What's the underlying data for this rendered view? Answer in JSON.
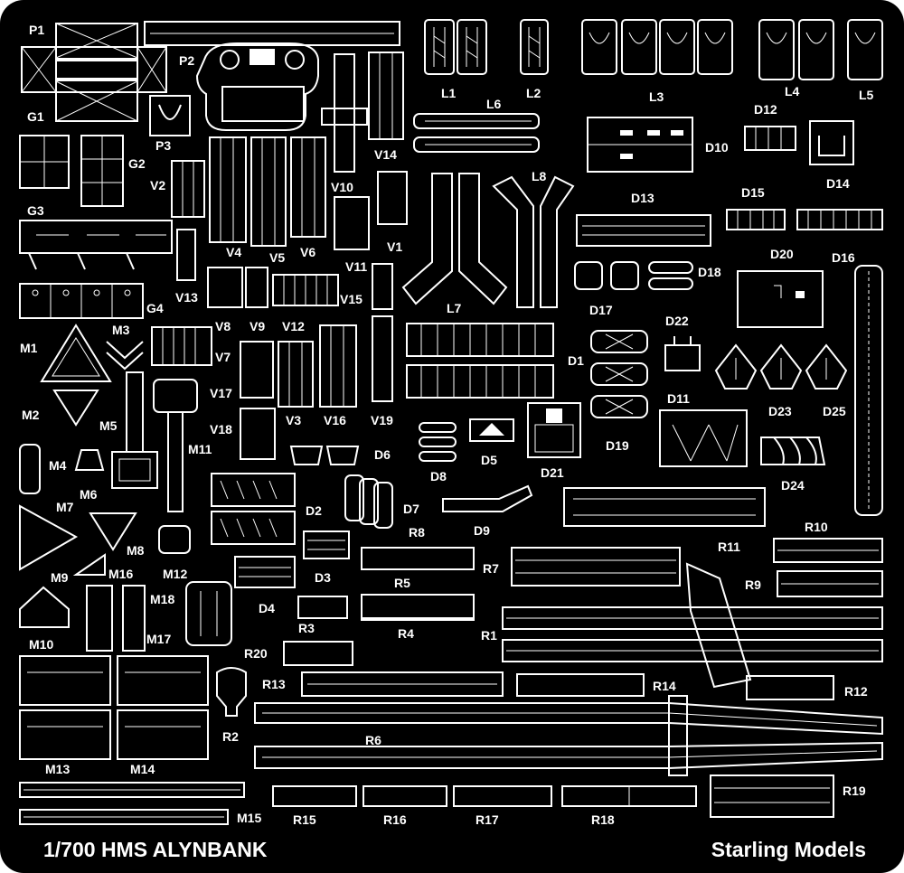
{
  "sheet": {
    "background": "#000000",
    "etch_color": "#ffffff",
    "page_background": "#ffffff"
  },
  "captions": {
    "scale_title": "1/700 HMS ALYNBANK",
    "maker": "Starling Models"
  },
  "labels": {
    "P1": "P1",
    "P2": "P2",
    "P3": "P3",
    "G1": "G1",
    "G2": "G2",
    "G3": "G3",
    "G4": "G4",
    "L1": "L1",
    "L2": "L2",
    "L3": "L3",
    "L4": "L4",
    "L5": "L5",
    "L6": "L6",
    "L7": "L7",
    "L8": "L8",
    "V1": "V1",
    "V2": "V2",
    "V3": "V3",
    "V4": "V4",
    "V5": "V5",
    "V6": "V6",
    "V7": "V7",
    "V8": "V8",
    "V9": "V9",
    "V10": "V10",
    "V11": "V11",
    "V12": "V12",
    "V13": "V13",
    "V14": "V14",
    "V15": "V15",
    "V16": "V16",
    "V17": "V17",
    "V18": "V18",
    "V19": "V19",
    "D1": "D1",
    "D2": "D2",
    "D3": "D3",
    "D4": "D4",
    "D5": "D5",
    "D6": "D6",
    "D7": "D7",
    "D8": "D8",
    "D9": "D9",
    "D10": "D10",
    "D11": "D11",
    "D12": "D12",
    "D13": "D13",
    "D14": "D14",
    "D15": "D15",
    "D16": "D16",
    "D17": "D17",
    "D18": "D18",
    "D19": "D19",
    "D20": "D20",
    "D21": "D21",
    "D22": "D22",
    "D23": "D23",
    "D24": "D24",
    "D25": "D25",
    "M1": "M1",
    "M2": "M2",
    "M3": "M3",
    "M4": "M4",
    "M5": "M5",
    "M6": "M6",
    "M7": "M7",
    "M8": "M8",
    "M9": "M9",
    "M10": "M10",
    "M11": "M11",
    "M12": "M12",
    "M13": "M13",
    "M14": "M14",
    "M15": "M15",
    "M16": "M16",
    "M17": "M17",
    "M18": "M18",
    "R1": "R1",
    "R2": "R2",
    "R3": "R3",
    "R4": "R4",
    "R5": "R5",
    "R6": "R6",
    "R7": "R7",
    "R8": "R8",
    "R9": "R9",
    "R10": "R10",
    "R11": "R11",
    "R12": "R12",
    "R13": "R13",
    "R14": "R14",
    "R15": "R15",
    "R16": "R16",
    "R17": "R17",
    "R18": "R18",
    "R19": "R19",
    "R20": "R20"
  }
}
